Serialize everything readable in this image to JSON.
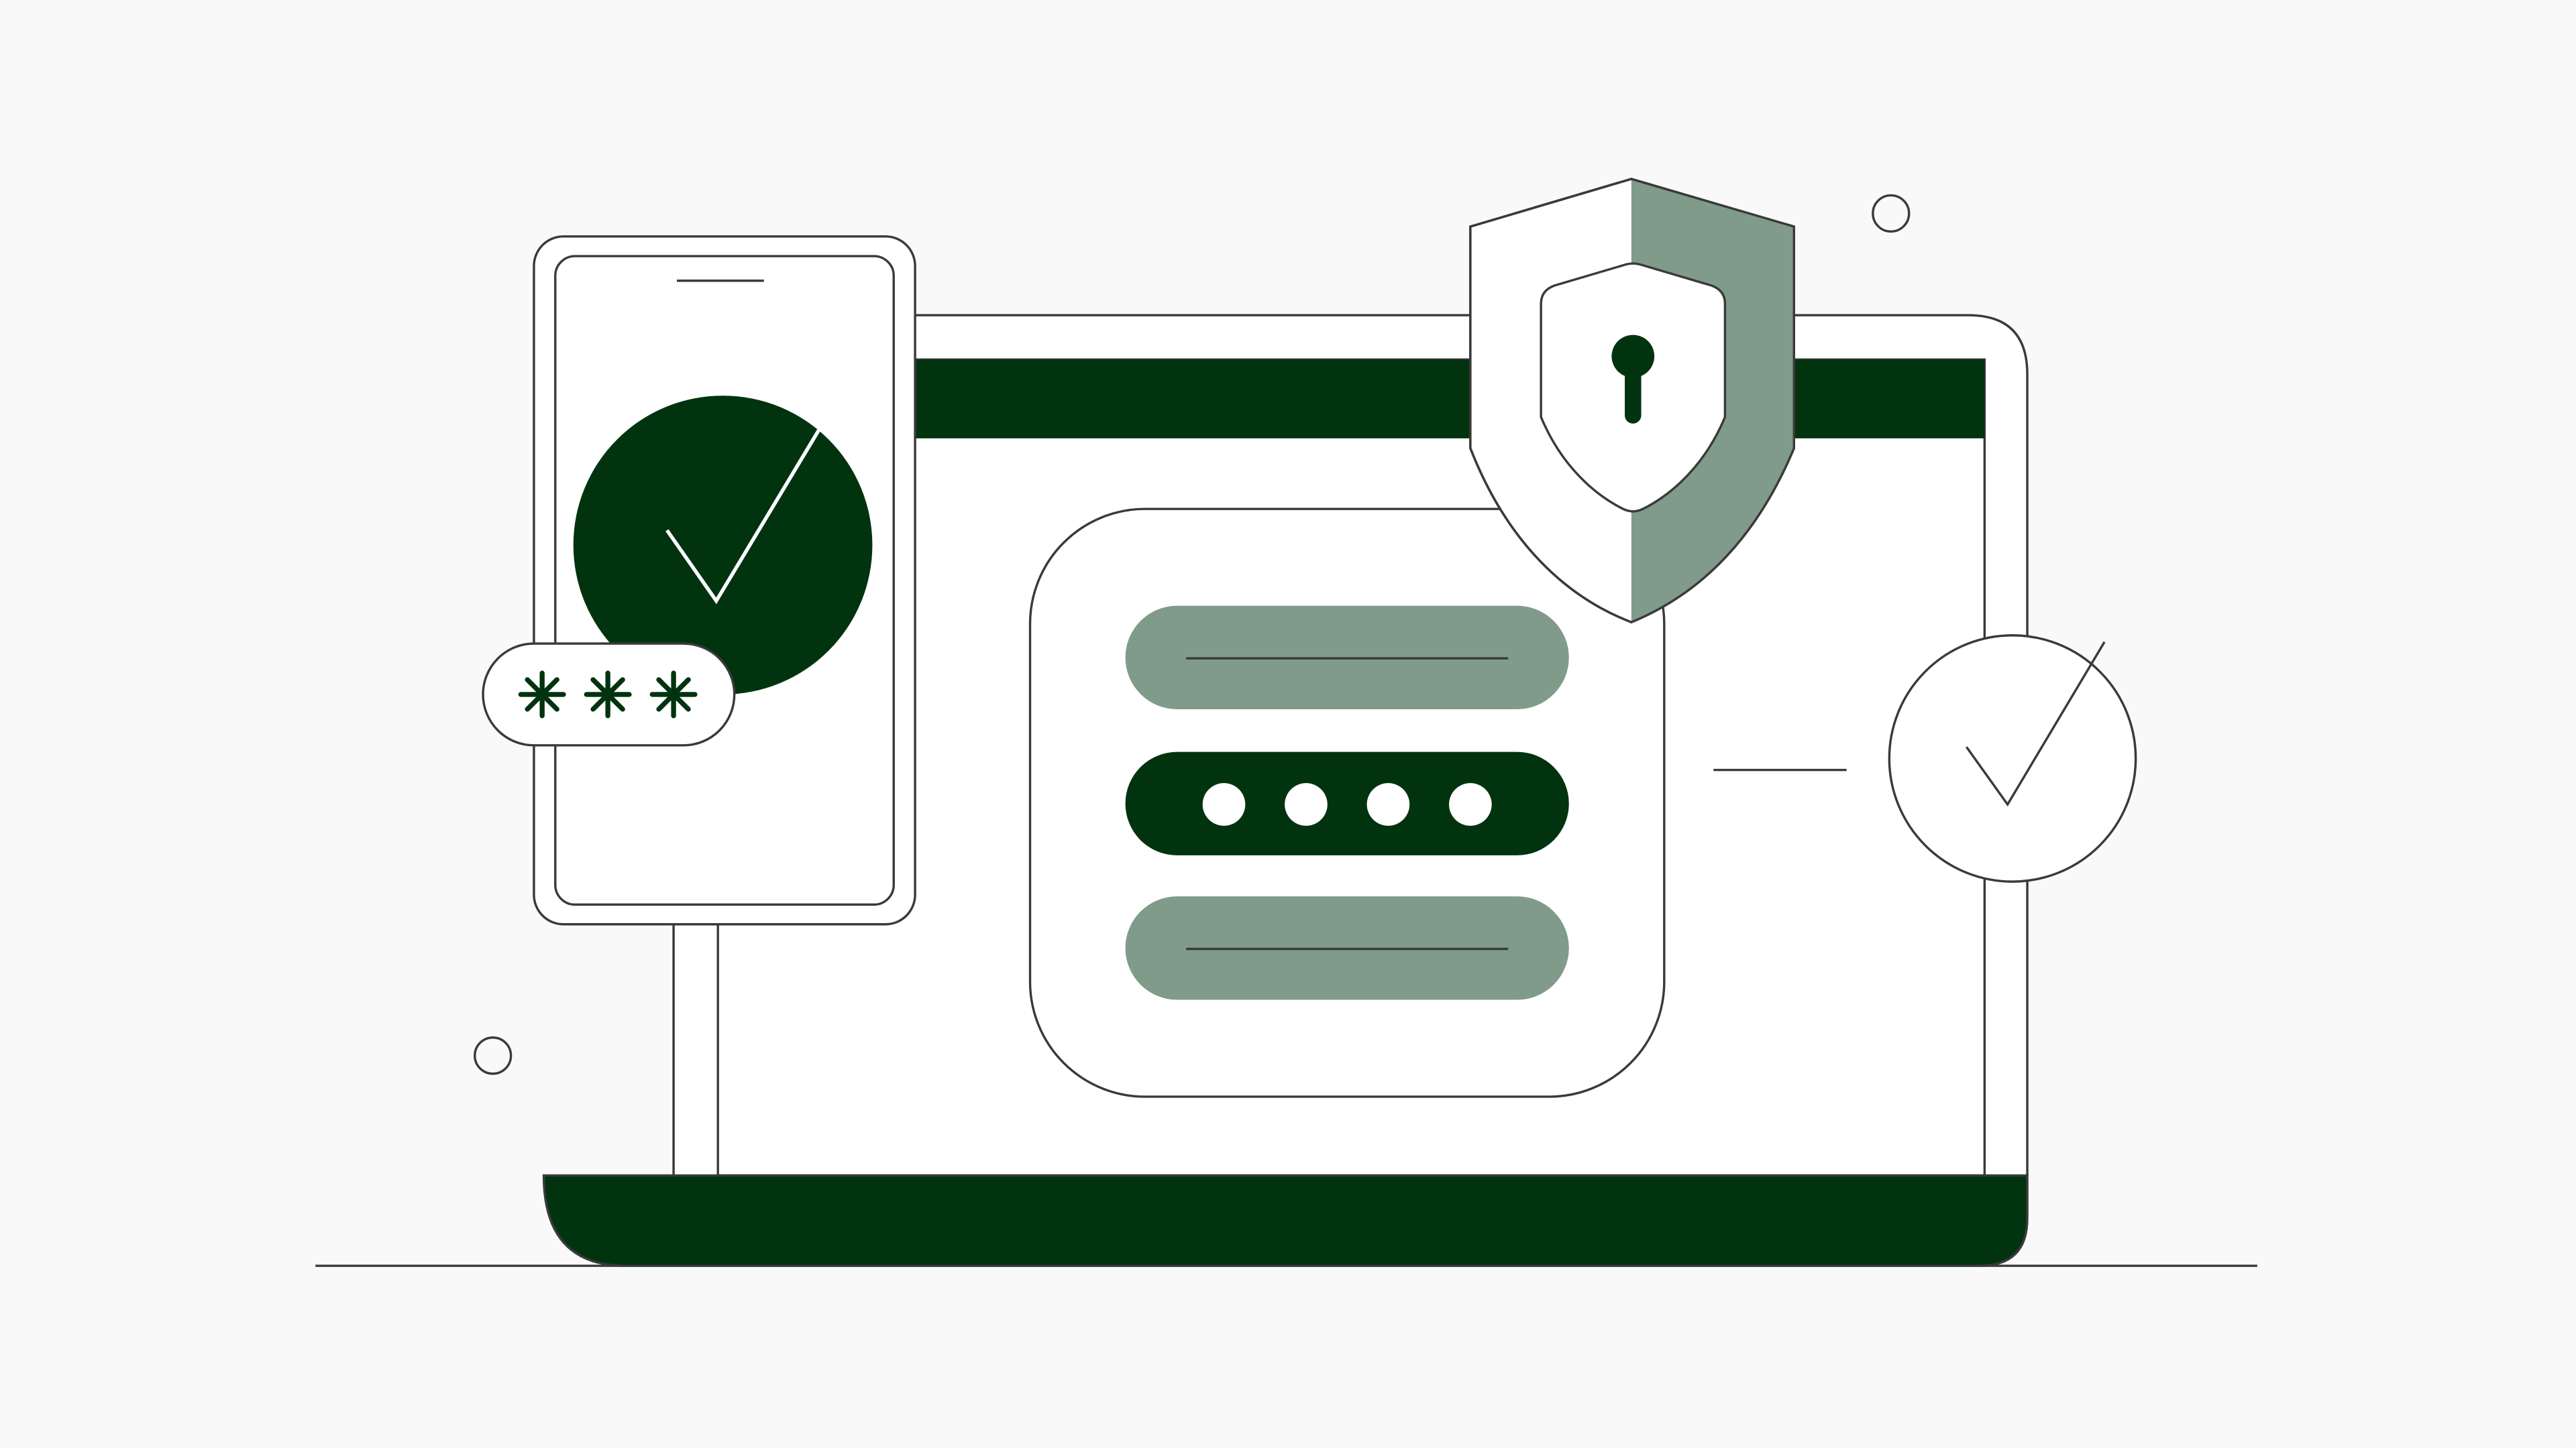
{
  "illustration": {
    "subject": "secure-login",
    "colors": {
      "background": "#f9f9f9",
      "dark_green": "#01330f",
      "sage_green": "#809b8a",
      "outline": "#3a3a3a",
      "white": "#ffffff"
    },
    "password_masked_dots": 4,
    "otp_asterisks": 3,
    "icons": [
      "laptop-icon",
      "phone-icon",
      "shield-lock-icon",
      "check-circle-icon",
      "password-field-icon"
    ]
  }
}
